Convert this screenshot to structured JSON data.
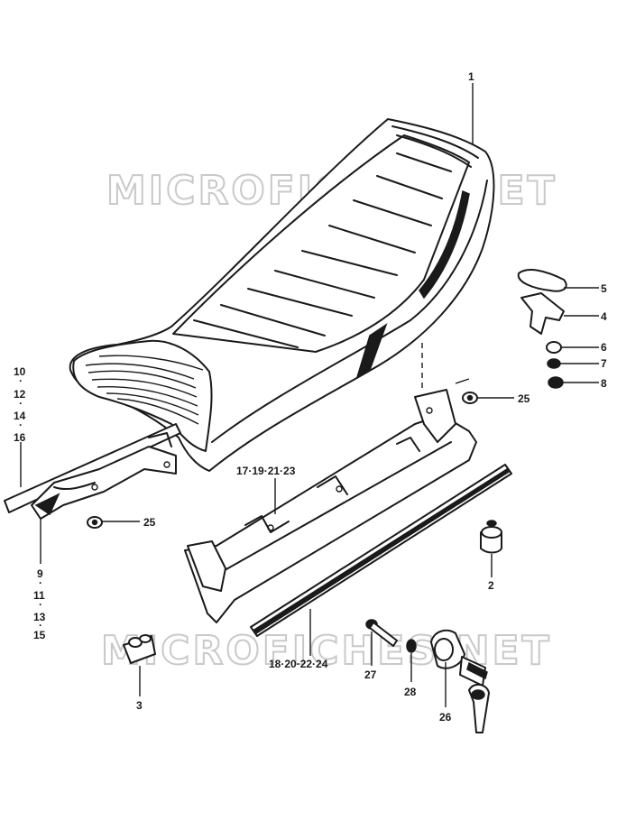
{
  "watermark": "MICROFICHES.NET",
  "labels": {
    "p1": "1",
    "p2": "2",
    "p3": "3",
    "p4": "4",
    "p5": "5",
    "p6": "6",
    "p7": "7",
    "p8": "8",
    "p25a": "25",
    "p25b": "25",
    "p26": "26",
    "p27": "27",
    "p28": "28",
    "g10": "10",
    "g12": "12",
    "g14": "14",
    "g16": "16",
    "g9": "9",
    "g11": "11",
    "g13": "13",
    "g15": "15",
    "g17": "17·19·21·23",
    "g18": "18·20·22·24"
  }
}
